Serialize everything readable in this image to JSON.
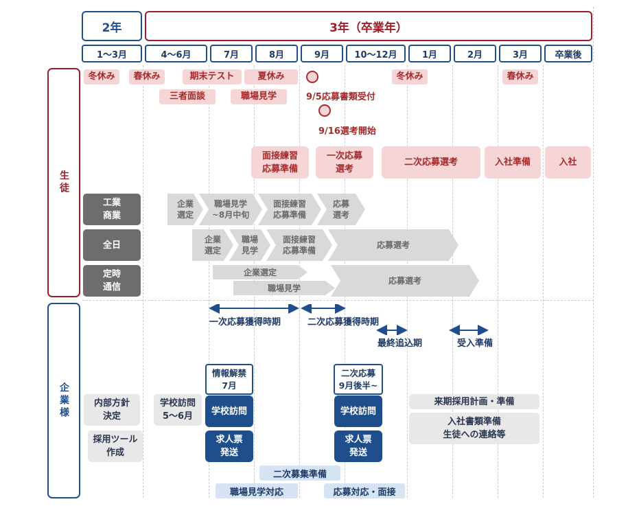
{
  "headers": {
    "year2": "2年",
    "year3": "3年（卒業年）"
  },
  "months": [
    "1～3月",
    "4～6月",
    "7月",
    "8月",
    "9月",
    "10～12月",
    "1月",
    "2月",
    "3月",
    "卒業後"
  ],
  "sides": {
    "student": "生徒",
    "company": "企業様"
  },
  "student": {
    "winter1": "冬休み",
    "spring1": "春休み",
    "exam": "期末テスト",
    "summer": "夏休み",
    "interview3": "三者面談",
    "workplace_visit": "職場見学",
    "apply_receipt": "9/5応募書類受付",
    "selection_start": "9/16選考開始",
    "winter2": "冬休み",
    "spring2": "春休み",
    "prep": "面接練習\n応募準備",
    "first_app": "一次応募\n選考",
    "second_app": "二次応募選考",
    "join_prep": "入社準備",
    "join": "入社"
  },
  "courses": [
    {
      "label": "工業\n商業",
      "steps": [
        "企業\n選定",
        "職場見学\n~8月中旬",
        "面接練習\n応募準備",
        "応募\n選考"
      ]
    },
    {
      "label": "全日",
      "steps": [
        "企業\n選定",
        "職場\n見学",
        "面接練習\n応募準備",
        "応募選考"
      ]
    },
    {
      "label": "定時\n通信",
      "steps": [
        "企業選定",
        "職場見学",
        "応募選考"
      ]
    }
  ],
  "company": {
    "first_period": "一次応募獲得時期",
    "second_period": "二次応募獲得時期",
    "final_period": "最終追込期",
    "accept_prep": "受入準備",
    "policy": "内部方針\n決定",
    "tools": "採用ツール\n作成",
    "school_visit_early": "学校訪問\n5～6月",
    "info_release": "情報解禁\n7月",
    "second_app_label": "二次応募\n9月後半~",
    "school_visit": "学校訪問",
    "job_offer": "求人票\n発送",
    "second_recruit_prep": "二次募集準備",
    "workplace_visit_resp": "職場見学対応",
    "application_resp": "応募対応・面接",
    "next_plan": "来期採用計画・準備",
    "docs_prep": "入社書類準備\n生徒への連絡等"
  }
}
